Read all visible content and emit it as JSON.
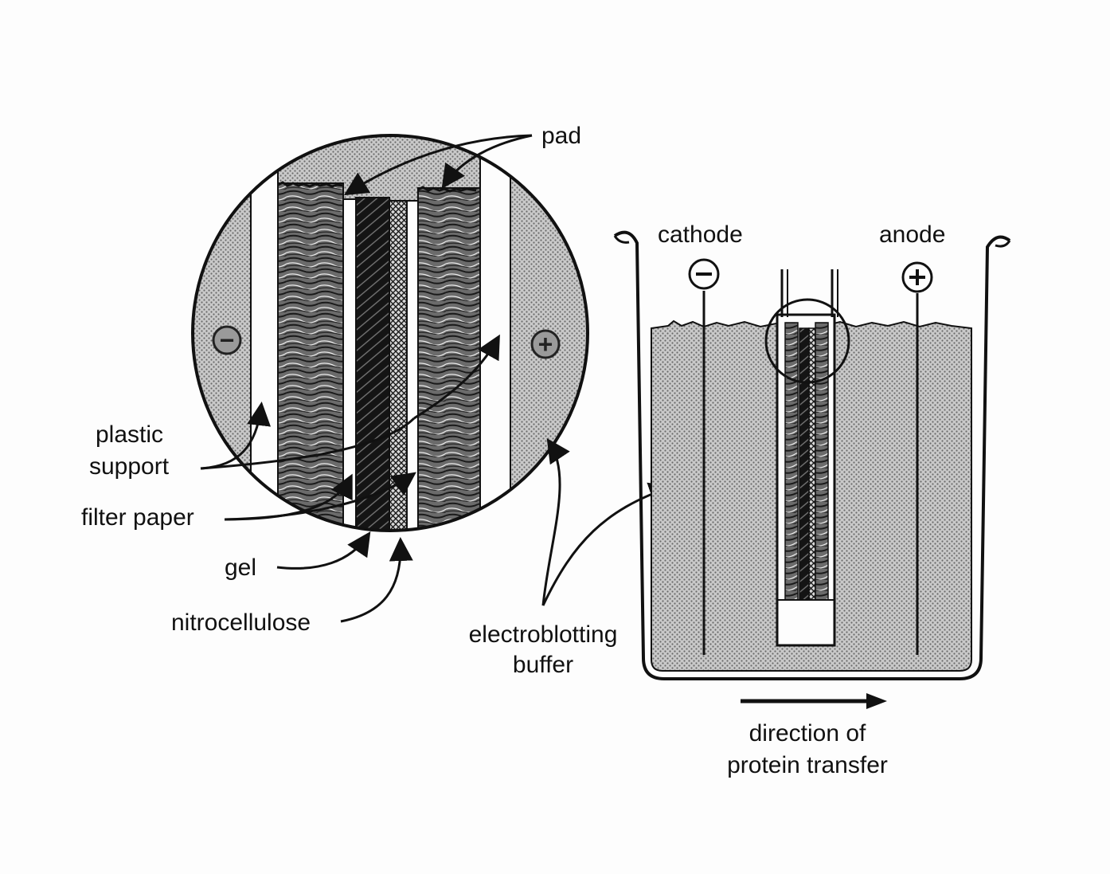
{
  "labels": {
    "pad": "pad",
    "plastic_support": [
      "plastic",
      "support"
    ],
    "filter_paper": "filter paper",
    "gel": "gel",
    "nitrocellulose": "nitrocellulose",
    "cathode": "cathode",
    "anode": "anode",
    "buffer": [
      "electroblotting",
      "buffer"
    ],
    "direction": [
      "direction of",
      "protein transfer"
    ],
    "minus_sign": "−",
    "plus_sign": "+"
  },
  "colors": {
    "ink": "#111111",
    "buffer_fill": "#b9b9b9",
    "pad_fill": "#5a5a5a",
    "gel_fill": "#1e1e1e",
    "paper": "#fdfdfd"
  }
}
